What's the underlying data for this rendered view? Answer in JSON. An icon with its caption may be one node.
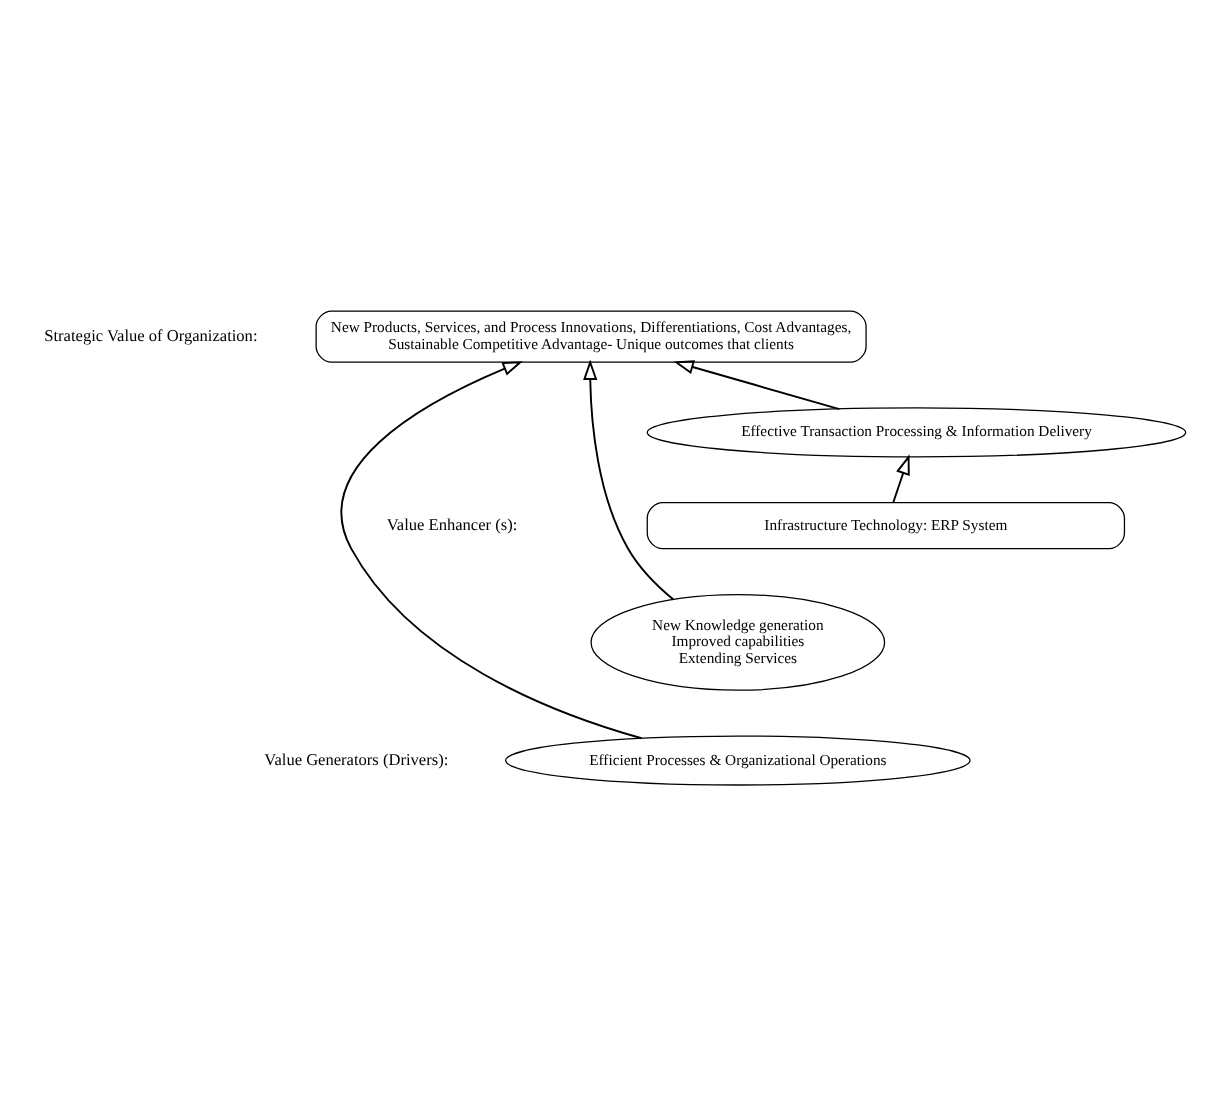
{
  "diagram": {
    "nodes": [
      {
        "text": [
          "New Products, Services, and Process Innovations, Differentiations, Cost Advantages,",
          "Sustainable Competitive Advantage- Unique outcomes that clients"
        ]
      },
      {
        "text": [
          "Efficient Processes & Organizational Operations"
        ]
      },
      {
        "text": [
          "New Knowledge generation",
          "Improved capabilities",
          "Extending Services"
        ]
      },
      {
        "text": [
          "Effective Transaction Processing & Information Delivery"
        ]
      },
      {
        "text": [
          "Infrastructure Technology: ERP System"
        ]
      }
    ],
    "edges": [
      {
        "from": 2,
        "to": 0,
        "arrow": "to"
      },
      {
        "from": 1,
        "to": 0,
        "arrow": "to"
      },
      {
        "from": 3,
        "to": 0,
        "arrow": "to"
      },
      {
        "from": 4,
        "to": 3,
        "arrow": "to"
      }
    ],
    "labels": [
      "Strategic Value of Organization:",
      "Value Generators (Drivers):",
      "Value Enhancer (s):"
    ]
  }
}
